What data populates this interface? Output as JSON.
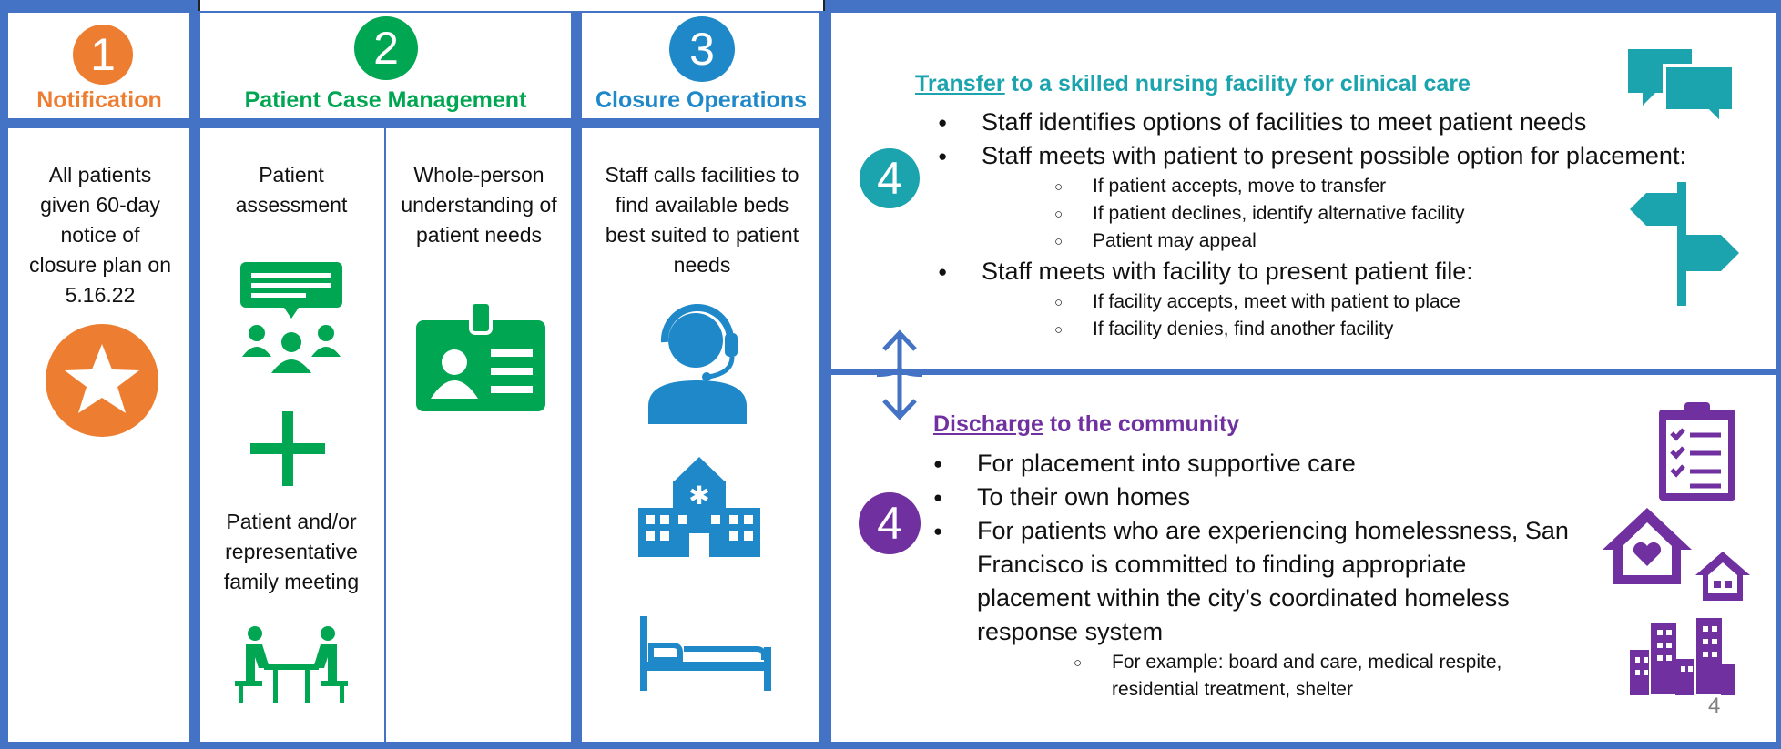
{
  "colors": {
    "border": "#4472C4",
    "orange": "#ED7D31",
    "green": "#00A651",
    "blue": "#1E88C8",
    "teal": "#1BA3AE",
    "purple": "#7030A0"
  },
  "columns": [
    {
      "number": "1",
      "title": "Notification",
      "text": "All patients given 60-day notice of closure plan on 5.16.22",
      "icon": "star-icon"
    },
    {
      "number": "2",
      "title": "Patient Case Management",
      "left_text": "Patient assessment",
      "middle_text": "Patient and/or representative family meeting",
      "right_text": "Whole-person understanding of patient needs",
      "icons": [
        "group-discussion-icon",
        "plus-icon",
        "meeting-table-icon",
        "id-badge-icon"
      ]
    },
    {
      "number": "3",
      "title": "Closure Operations",
      "text": "Staff calls facilities to find available beds best suited to patient needs",
      "icons": [
        "call-center-agent-icon",
        "hospital-icon",
        "bed-icon"
      ]
    }
  ],
  "transfer": {
    "step": "4",
    "title_link": "Transfer",
    "title_rest": " to a skilled nursing facility for clinical care",
    "bullets": [
      {
        "text": "Staff identifies options of facilities to meet patient needs",
        "sub": []
      },
      {
        "text": "Staff meets with patient to present possible option for placement:",
        "sub": [
          "If patient accepts, move to transfer",
          "If patient declines, identify alternative facility",
          "Patient may appeal"
        ]
      },
      {
        "text": "Staff meets with facility to present patient file:",
        "sub": [
          "If facility accepts, meet with patient to place",
          "If facility denies, find another facility"
        ]
      }
    ],
    "icons": [
      "chat-bubbles-icon",
      "signpost-icon"
    ]
  },
  "discharge": {
    "step": "4",
    "title_link": "Discharge",
    "title_rest": " to the community",
    "bullets": [
      {
        "text": "For placement into supportive care",
        "sub": []
      },
      {
        "text": "To their own homes",
        "sub": []
      },
      {
        "text": "For patients who are experiencing homelessness, San Francisco is committed to finding appropriate placement within the city’s coordinated homeless response system",
        "sub": [
          "For example: board and care, medical respite, residential treatment, shelter"
        ]
      }
    ],
    "icons": [
      "clipboard-checklist-icon",
      "house-heart-icon",
      "small-house-icon",
      "city-buildings-icon"
    ]
  },
  "page_number": "4"
}
